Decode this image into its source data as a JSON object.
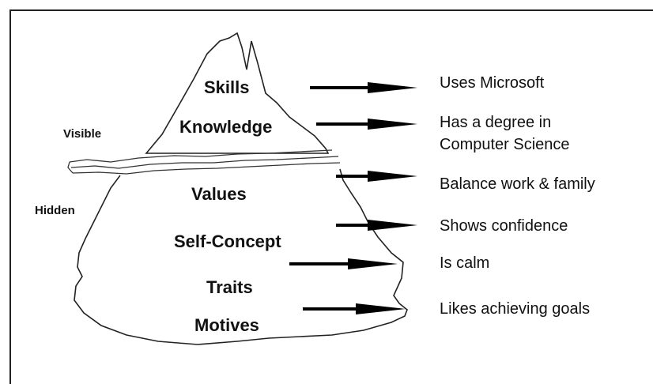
{
  "zones": {
    "visible": "Visible",
    "hidden": "Hidden"
  },
  "layers": {
    "skills": "Skills",
    "knowledge": "Knowledge",
    "values": "Values",
    "self_concept": "Self-Concept",
    "traits": "Traits",
    "motives": "Motives"
  },
  "examples": {
    "uses_microsoft": "Uses Microsoft",
    "degree_line1": "Has a degree in",
    "degree_line2": "Computer Science",
    "balance": "Balance work & family",
    "confidence": "Shows confidence",
    "calm": "Is calm",
    "goals": "Likes achieving goals"
  }
}
